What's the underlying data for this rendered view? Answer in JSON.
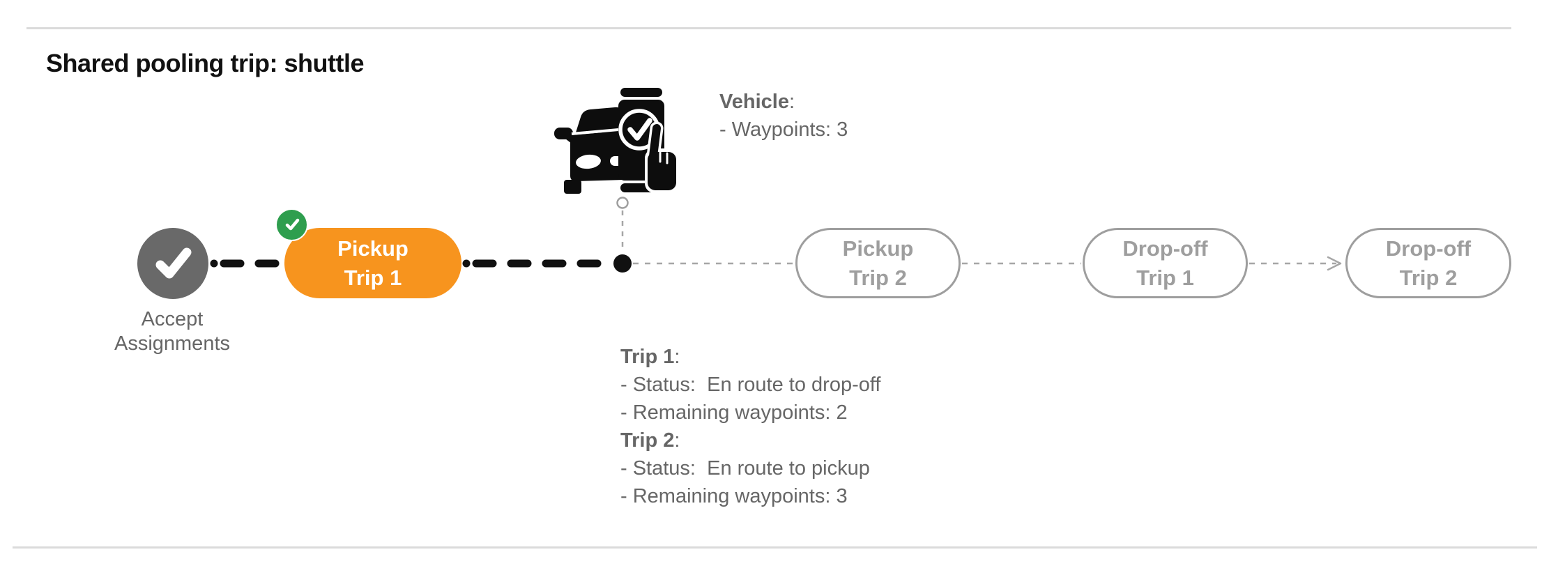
{
  "page": {
    "title": "Shared pooling trip: shuttle"
  },
  "colors": {
    "accent_orange": "#F7941E",
    "success_green": "#2E9E4E",
    "completed_gray": "#696969",
    "pending_gray": "#9E9E9E",
    "connector_gray": "#A6A6A6",
    "line_black": "#111111",
    "text_dark": "#111111",
    "text_gray": "#666666",
    "divider_gray": "#DBDBDB"
  },
  "steps": [
    {
      "id": "accept-assignments",
      "line1": "Accept",
      "line2": "Assignments",
      "state": "completed"
    },
    {
      "id": "pickup-trip-1",
      "line1": "Pickup",
      "line2": "Trip 1",
      "state": "active"
    },
    {
      "id": "pickup-trip-2",
      "line1": "Pickup",
      "line2": "Trip 2",
      "state": "pending"
    },
    {
      "id": "drop-off-trip-1",
      "line1": "Drop-off",
      "line2": "Trip 1",
      "state": "pending"
    },
    {
      "id": "drop-off-trip-2",
      "line1": "Drop-off",
      "line2": "Trip 2",
      "state": "pending"
    }
  ],
  "vehicle_info": {
    "heading": "Vehicle",
    "suffix": ":",
    "lines": [
      "- Waypoints: 3"
    ]
  },
  "trip_info": {
    "sections": [
      {
        "heading": "Trip 1",
        "suffix": ":",
        "lines": [
          "- Status:  En route to drop-off",
          "- Remaining waypoints: 2"
        ]
      },
      {
        "heading": "Trip 2",
        "suffix": ":",
        "lines": [
          "- Status:  En route to pickup",
          "- Remaining waypoints: 3"
        ]
      }
    ]
  }
}
